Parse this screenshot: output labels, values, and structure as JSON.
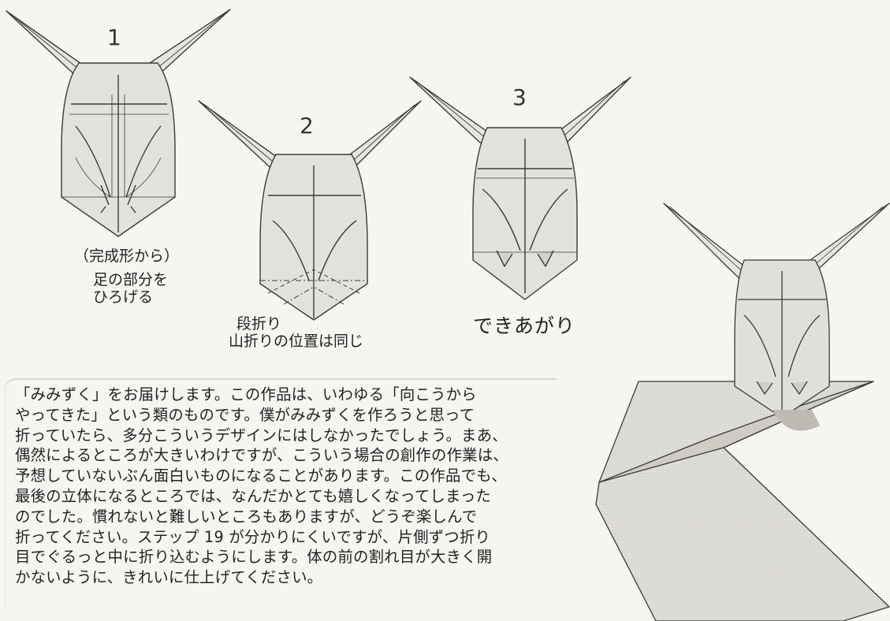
{
  "steps": [
    {
      "number": "1",
      "caption_line1": "（完成形から）",
      "caption_line2": "足の部分を",
      "caption_line3": "ひろげる"
    },
    {
      "number": "2",
      "caption_line1": "段折り",
      "caption_line2": "山折りの位置は同じ"
    },
    {
      "number": "3",
      "caption_line1": "できあがり"
    }
  ],
  "body_text": {
    "lines": [
      "「みみずく」をお届けします。この作品は、いわゆる「向こうから",
      "やってきた」という類のものです。僕がみみずくを作ろうと思って",
      "折っていたら、多分こういうデザインにはしなかったでしょう。まあ、",
      "偶然によるところが大きいわけですが、こういう場合の創作の作業は、",
      "予想していないぶん面白いものになることがあります。この作品でも、",
      "最後の立体になるところでは、なんだかとても嬉しくなってしまった",
      "のでした。慣れないと難しいところもありますが、どうぞ楽しんで",
      "折ってください。ステップ 19 が分かりにくいですが、片側ずつ折り",
      "目でぐるっと中に折り込むようにします。体の前の割れ目が大きく開",
      "かないように、きれいに仕上げてください。"
    ]
  }
}
